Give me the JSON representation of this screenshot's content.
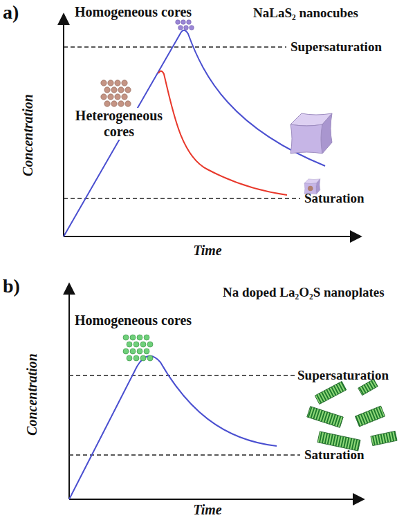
{
  "diagram": {
    "labels": [
      "a)",
      "Homogeneous cores",
      "NaLaS₂ nanocubes",
      "Supersaturation",
      "Heterogeneous cores",
      "Saturation",
      "Concentration",
      "Time",
      "b)",
      "Na doped La₂O₂S nanoplates",
      "Homogeneous cores",
      "Supersaturation",
      "Saturation",
      "Concentration",
      "Time"
    ]
  }
}
